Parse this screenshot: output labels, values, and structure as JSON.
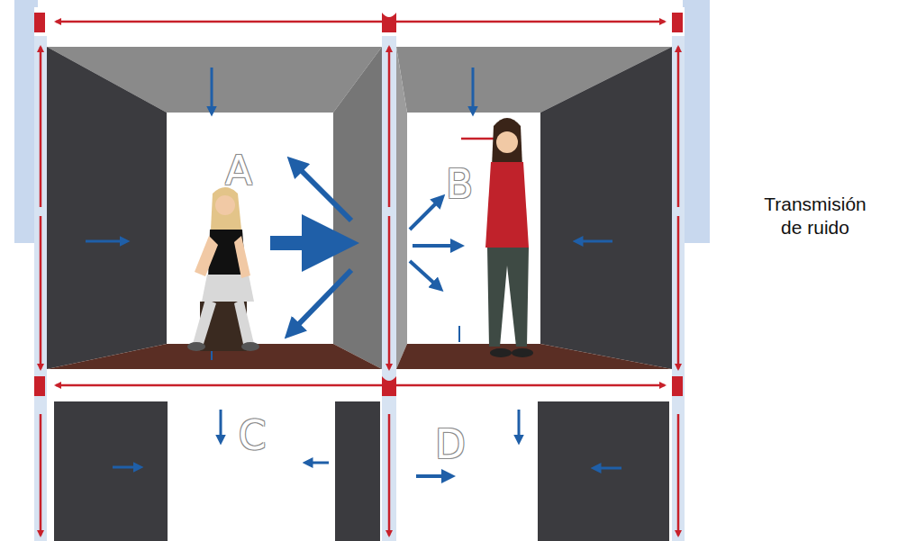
{
  "diagram": {
    "labels": [
      "A",
      "B",
      "C",
      "D",
      "Transmisión de ruido"
    ]
  }
}
